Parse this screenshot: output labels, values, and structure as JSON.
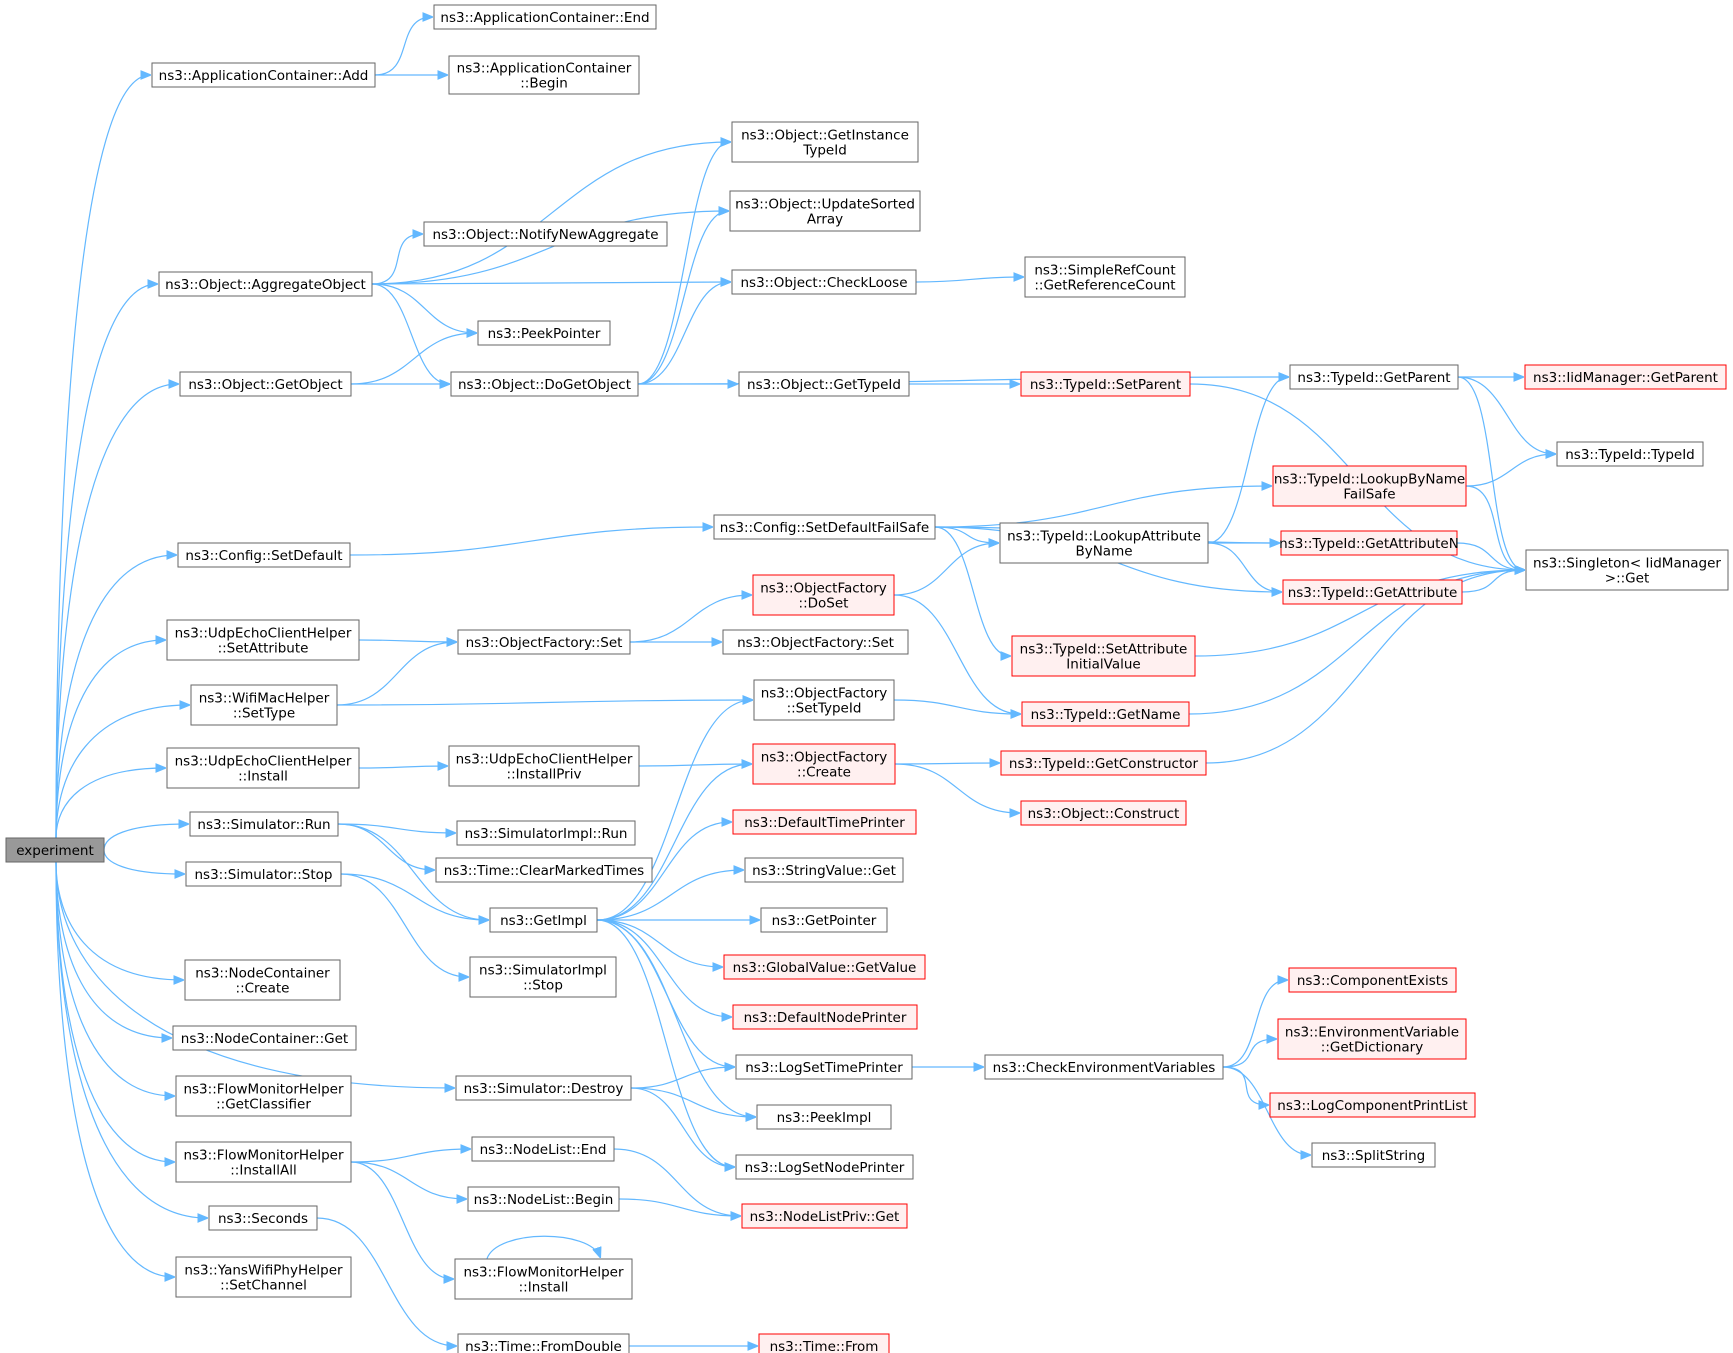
{
  "nodes": [
    {
      "id": "experiment",
      "lines": [
        "experiment"
      ],
      "style": "root"
    },
    {
      "id": "appc_add",
      "lines": [
        "ns3::ApplicationContainer::Add"
      ]
    },
    {
      "id": "appc_end",
      "lines": [
        "ns3::ApplicationContainer::End"
      ]
    },
    {
      "id": "appc_begin",
      "lines": [
        "ns3::ApplicationContainer",
        "::Begin"
      ]
    },
    {
      "id": "obj_getinst",
      "lines": [
        "ns3::Object::GetInstance",
        "TypeId"
      ]
    },
    {
      "id": "obj_upd",
      "lines": [
        "ns3::Object::UpdateSorted",
        "Array"
      ]
    },
    {
      "id": "obj_notify",
      "lines": [
        "ns3::Object::NotifyNewAggregate"
      ]
    },
    {
      "id": "obj_agg",
      "lines": [
        "ns3::Object::AggregateObject"
      ]
    },
    {
      "id": "obj_check",
      "lines": [
        "ns3::Object::CheckLoose"
      ]
    },
    {
      "id": "simpleref",
      "lines": [
        "ns3::SimpleRefCount",
        "::GetReferenceCount"
      ]
    },
    {
      "id": "peekptr",
      "lines": [
        "ns3::PeekPointer"
      ]
    },
    {
      "id": "obj_getobj",
      "lines": [
        "ns3::Object::GetObject"
      ]
    },
    {
      "id": "obj_doget",
      "lines": [
        "ns3::Object::DoGetObject"
      ]
    },
    {
      "id": "obj_gettid",
      "lines": [
        "ns3::Object::GetTypeId"
      ]
    },
    {
      "id": "tid_setparent",
      "lines": [
        "ns3::TypeId::SetParent"
      ],
      "style": "red"
    },
    {
      "id": "tid_getparent",
      "lines": [
        "ns3::TypeId::GetParent"
      ]
    },
    {
      "id": "iid_getparent",
      "lines": [
        "ns3::IidManager::GetParent"
      ],
      "style": "red"
    },
    {
      "id": "tid_typeid",
      "lines": [
        "ns3::TypeId::TypeId"
      ]
    },
    {
      "id": "tid_lookupname",
      "lines": [
        "ns3::TypeId::LookupByName",
        "FailSafe"
      ],
      "style": "red"
    },
    {
      "id": "singleton",
      "lines": [
        "ns3::Singleton< IidManager",
        ">::Get"
      ]
    },
    {
      "id": "cfg_setdefault",
      "lines": [
        "ns3::Config::SetDefault"
      ]
    },
    {
      "id": "cfg_setdefaultfs",
      "lines": [
        "ns3::Config::SetDefaultFailSafe"
      ]
    },
    {
      "id": "tid_lookupattr",
      "lines": [
        "ns3::TypeId::LookupAttribute",
        "ByName"
      ]
    },
    {
      "id": "tid_getattrn",
      "lines": [
        "ns3::TypeId::GetAttributeN"
      ],
      "style": "red"
    },
    {
      "id": "tid_getattr",
      "lines": [
        "ns3::TypeId::GetAttribute"
      ],
      "style": "red"
    },
    {
      "id": "of_doset",
      "lines": [
        "ns3::ObjectFactory",
        "::DoSet"
      ],
      "style": "red"
    },
    {
      "id": "tid_setattrinit",
      "lines": [
        "ns3::TypeId::SetAttribute",
        "InitialValue"
      ],
      "style": "red"
    },
    {
      "id": "uech_setattr",
      "lines": [
        "ns3::UdpEchoClientHelper",
        "::SetAttribute"
      ]
    },
    {
      "id": "of_set",
      "lines": [
        "ns3::ObjectFactory::Set"
      ]
    },
    {
      "id": "of_set2",
      "lines": [
        "ns3::ObjectFactory::Set"
      ]
    },
    {
      "id": "wifimac_settype",
      "lines": [
        "ns3::WifiMacHelper",
        "::SetType"
      ]
    },
    {
      "id": "of_settypeid",
      "lines": [
        "ns3::ObjectFactory",
        "::SetTypeId"
      ]
    },
    {
      "id": "tid_getname",
      "lines": [
        "ns3::TypeId::GetName"
      ],
      "style": "red"
    },
    {
      "id": "uech_install",
      "lines": [
        "ns3::UdpEchoClientHelper",
        "::Install"
      ]
    },
    {
      "id": "uech_installpriv",
      "lines": [
        "ns3::UdpEchoClientHelper",
        "::InstallPriv"
      ]
    },
    {
      "id": "of_create",
      "lines": [
        "ns3::ObjectFactory",
        "::Create"
      ],
      "style": "red"
    },
    {
      "id": "tid_getctor",
      "lines": [
        "ns3::TypeId::GetConstructor"
      ],
      "style": "red"
    },
    {
      "id": "obj_construct",
      "lines": [
        "ns3::Object::Construct"
      ],
      "style": "red"
    },
    {
      "id": "sim_run",
      "lines": [
        "ns3::Simulator::Run"
      ]
    },
    {
      "id": "simimpl_run",
      "lines": [
        "ns3::SimulatorImpl::Run"
      ]
    },
    {
      "id": "deftimeprinter",
      "lines": [
        "ns3::DefaultTimePrinter"
      ],
      "style": "red"
    },
    {
      "id": "time_clear",
      "lines": [
        "ns3::Time::ClearMarkedTimes"
      ]
    },
    {
      "id": "sim_stop",
      "lines": [
        "ns3::Simulator::Stop"
      ]
    },
    {
      "id": "strval_get",
      "lines": [
        "ns3::StringValue::Get"
      ]
    },
    {
      "id": "getimpl",
      "lines": [
        "ns3::GetImpl"
      ]
    },
    {
      "id": "getpointer",
      "lines": [
        "ns3::GetPointer"
      ]
    },
    {
      "id": "nc_create",
      "lines": [
        "ns3::NodeContainer",
        "::Create"
      ]
    },
    {
      "id": "simimpl_stop",
      "lines": [
        "ns3::SimulatorImpl",
        "::Stop"
      ]
    },
    {
      "id": "gv_getvalue",
      "lines": [
        "ns3::GlobalValue::GetValue"
      ],
      "style": "red"
    },
    {
      "id": "compexists",
      "lines": [
        "ns3::ComponentExists"
      ],
      "style": "red"
    },
    {
      "id": "defnodeprinter",
      "lines": [
        "ns3::DefaultNodePrinter"
      ],
      "style": "red"
    },
    {
      "id": "nc_get",
      "lines": [
        "ns3::NodeContainer::Get"
      ]
    },
    {
      "id": "envvar_dict",
      "lines": [
        "ns3::EnvironmentVariable",
        "::GetDictionary"
      ],
      "style": "red"
    },
    {
      "id": "fmh_classifier",
      "lines": [
        "ns3::FlowMonitorHelper",
        "::GetClassifier"
      ]
    },
    {
      "id": "sim_destroy",
      "lines": [
        "ns3::Simulator::Destroy"
      ]
    },
    {
      "id": "logsettimeprinter",
      "lines": [
        "ns3::LogSetTimePrinter"
      ]
    },
    {
      "id": "checkenv",
      "lines": [
        "ns3::CheckEnvironmentVariables"
      ]
    },
    {
      "id": "logcompprint",
      "lines": [
        "ns3::LogComponentPrintList"
      ],
      "style": "red"
    },
    {
      "id": "peekimpl",
      "lines": [
        "ns3::PeekImpl"
      ]
    },
    {
      "id": "splitstring",
      "lines": [
        "ns3::SplitString"
      ]
    },
    {
      "id": "nodelist_end",
      "lines": [
        "ns3::NodeList::End"
      ]
    },
    {
      "id": "fmh_installall",
      "lines": [
        "ns3::FlowMonitorHelper",
        "::InstallAll"
      ]
    },
    {
      "id": "logsetnodeprinter",
      "lines": [
        "ns3::LogSetNodePrinter"
      ]
    },
    {
      "id": "nodelist_begin",
      "lines": [
        "ns3::NodeList::Begin"
      ]
    },
    {
      "id": "nodelistpriv_get",
      "lines": [
        "ns3::NodeListPriv::Get"
      ],
      "style": "red"
    },
    {
      "id": "seconds",
      "lines": [
        "ns3::Seconds"
      ]
    },
    {
      "id": "fmh_install",
      "lines": [
        "ns3::FlowMonitorHelper",
        "::Install"
      ]
    },
    {
      "id": "yans_setchannel",
      "lines": [
        "ns3::YansWifiPhyHelper",
        "::SetChannel"
      ]
    },
    {
      "id": "time_fromdouble",
      "lines": [
        "ns3::Time::FromDouble"
      ]
    },
    {
      "id": "time_from",
      "lines": [
        "ns3::Time::From"
      ],
      "style": "red"
    }
  ],
  "edges": [
    [
      "experiment",
      "appc_add"
    ],
    [
      "experiment",
      "obj_agg"
    ],
    [
      "experiment",
      "obj_getobj"
    ],
    [
      "experiment",
      "cfg_setdefault"
    ],
    [
      "experiment",
      "uech_setattr"
    ],
    [
      "experiment",
      "wifimac_settype"
    ],
    [
      "experiment",
      "uech_install"
    ],
    [
      "experiment",
      "sim_run"
    ],
    [
      "experiment",
      "sim_stop"
    ],
    [
      "experiment",
      "nc_create"
    ],
    [
      "experiment",
      "nc_get"
    ],
    [
      "experiment",
      "fmh_classifier"
    ],
    [
      "experiment",
      "fmh_installall"
    ],
    [
      "experiment",
      "seconds"
    ],
    [
      "experiment",
      "yans_setchannel"
    ],
    [
      "experiment",
      "sim_destroy"
    ],
    [
      "appc_add",
      "appc_end"
    ],
    [
      "appc_add",
      "appc_begin"
    ],
    [
      "obj_agg",
      "obj_getinst"
    ],
    [
      "obj_agg",
      "obj_upd"
    ],
    [
      "obj_agg",
      "obj_notify"
    ],
    [
      "obj_agg",
      "obj_check"
    ],
    [
      "obj_agg",
      "peekptr"
    ],
    [
      "obj_agg",
      "obj_doget"
    ],
    [
      "obj_getobj",
      "peekptr"
    ],
    [
      "obj_getobj",
      "obj_doget"
    ],
    [
      "obj_doget",
      "obj_getinst"
    ],
    [
      "obj_doget",
      "obj_upd"
    ],
    [
      "obj_doget",
      "obj_check"
    ],
    [
      "obj_doget",
      "obj_gettid"
    ],
    [
      "obj_doget",
      "tid_getparent"
    ],
    [
      "obj_check",
      "simpleref"
    ],
    [
      "obj_gettid",
      "tid_setparent"
    ],
    [
      "tid_setparent",
      "singleton"
    ],
    [
      "tid_getparent",
      "iid_getparent"
    ],
    [
      "tid_getparent",
      "tid_typeid"
    ],
    [
      "tid_getparent",
      "singleton"
    ],
    [
      "tid_lookupname",
      "tid_typeid"
    ],
    [
      "tid_lookupname",
      "singleton"
    ],
    [
      "cfg_setdefault",
      "cfg_setdefaultfs"
    ],
    [
      "cfg_setdefaultfs",
      "tid_lookupname"
    ],
    [
      "cfg_setdefaultfs",
      "tid_getattrn"
    ],
    [
      "cfg_setdefaultfs",
      "tid_lookupattr"
    ],
    [
      "cfg_setdefaultfs",
      "tid_getattr"
    ],
    [
      "cfg_setdefaultfs",
      "tid_setattrinit"
    ],
    [
      "tid_lookupattr",
      "tid_getparent"
    ],
    [
      "tid_lookupattr",
      "tid_getattrn"
    ],
    [
      "tid_lookupattr",
      "tid_getattr"
    ],
    [
      "tid_getattrn",
      "singleton"
    ],
    [
      "tid_getattr",
      "singleton"
    ],
    [
      "tid_setattrinit",
      "singleton"
    ],
    [
      "uech_setattr",
      "of_set"
    ],
    [
      "wifimac_settype",
      "of_set"
    ],
    [
      "wifimac_settype",
      "of_settypeid"
    ],
    [
      "of_set",
      "of_doset"
    ],
    [
      "of_set",
      "of_set2"
    ],
    [
      "of_doset",
      "tid_lookupattr"
    ],
    [
      "of_doset",
      "tid_getname"
    ],
    [
      "of_settypeid",
      "tid_getname"
    ],
    [
      "tid_getname",
      "singleton"
    ],
    [
      "uech_install",
      "uech_installpriv"
    ],
    [
      "uech_installpriv",
      "of_create"
    ],
    [
      "of_create",
      "tid_getctor"
    ],
    [
      "of_create",
      "obj_construct"
    ],
    [
      "tid_getctor",
      "singleton"
    ],
    [
      "sim_run",
      "simimpl_run"
    ],
    [
      "sim_run",
      "time_clear"
    ],
    [
      "sim_run",
      "getimpl"
    ],
    [
      "sim_stop",
      "getimpl"
    ],
    [
      "sim_stop",
      "simimpl_stop"
    ],
    [
      "getimpl",
      "of_settypeid"
    ],
    [
      "getimpl",
      "of_create"
    ],
    [
      "getimpl",
      "deftimeprinter"
    ],
    [
      "getimpl",
      "strval_get"
    ],
    [
      "getimpl",
      "getpointer"
    ],
    [
      "getimpl",
      "gv_getvalue"
    ],
    [
      "getimpl",
      "defnodeprinter"
    ],
    [
      "getimpl",
      "logsettimeprinter"
    ],
    [
      "getimpl",
      "peekimpl"
    ],
    [
      "getimpl",
      "logsetnodeprinter"
    ],
    [
      "sim_destroy",
      "logsettimeprinter"
    ],
    [
      "sim_destroy",
      "peekimpl"
    ],
    [
      "sim_destroy",
      "logsetnodeprinter"
    ],
    [
      "logsettimeprinter",
      "checkenv"
    ],
    [
      "checkenv",
      "compexists"
    ],
    [
      "checkenv",
      "envvar_dict"
    ],
    [
      "checkenv",
      "logcompprint"
    ],
    [
      "checkenv",
      "splitstring"
    ],
    [
      "fmh_installall",
      "nodelist_end"
    ],
    [
      "fmh_installall",
      "nodelist_begin"
    ],
    [
      "fmh_installall",
      "fmh_install"
    ],
    [
      "nodelist_end",
      "nodelistpriv_get"
    ],
    [
      "nodelist_begin",
      "nodelistpriv_get"
    ],
    [
      "fmh_install",
      "fmh_install"
    ],
    [
      "seconds",
      "time_fromdouble"
    ],
    [
      "time_fromdouble",
      "time_from"
    ]
  ]
}
